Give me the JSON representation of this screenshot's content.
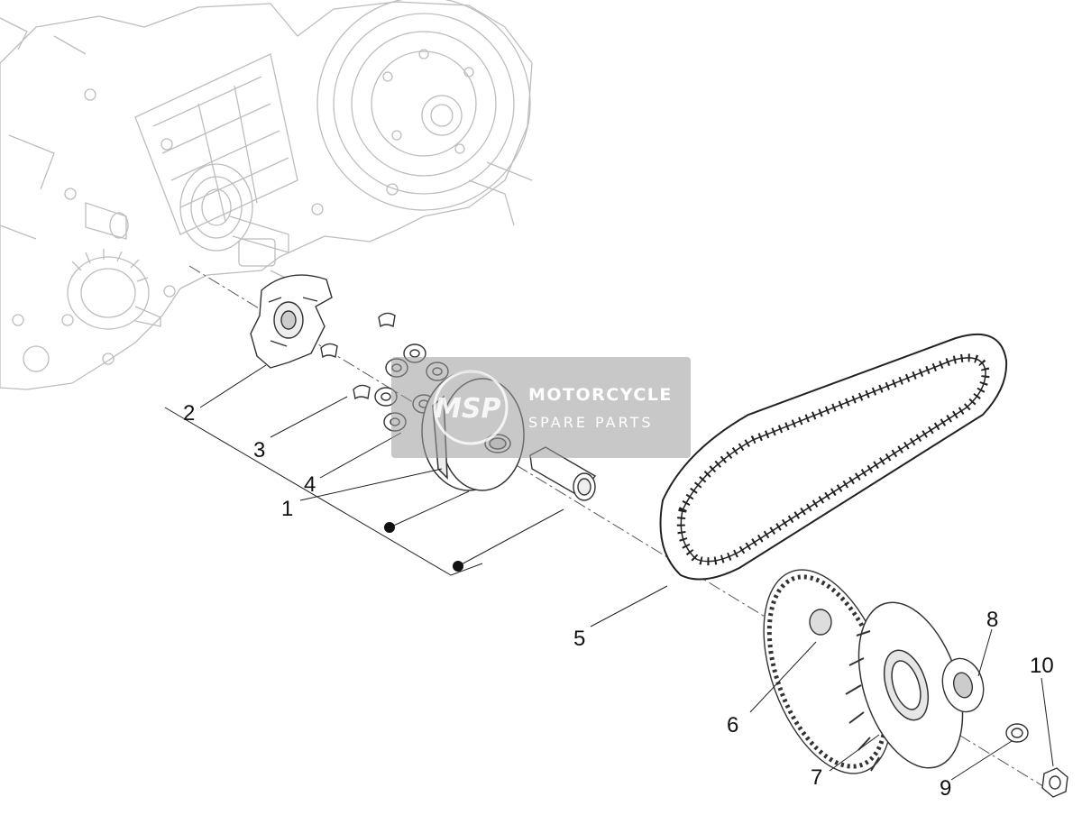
{
  "callouts": [
    "1",
    "2",
    "3",
    "4",
    "5",
    "6",
    "7",
    "8",
    "9",
    "10"
  ],
  "watermark": {
    "logo": "MSP",
    "title": "MOTORCYCLE",
    "subtitle": "SPARE PARTS"
  },
  "colors": {
    "line": "#222222",
    "ghost": "#b8b8b8",
    "watermark_bg": "#9a9a9a"
  }
}
